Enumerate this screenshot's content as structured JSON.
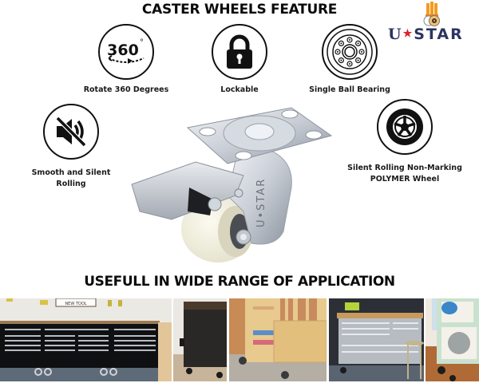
{
  "header": {
    "title": "CASTER WHEELS FEATURE"
  },
  "brand": {
    "name_letter": "U",
    "star": "★",
    "name_rest": "STAR",
    "colors": {
      "navy": "#2b3560",
      "red": "#d8242c",
      "orange": "#f39c1f"
    }
  },
  "features": [
    {
      "icon": "rotate-360-icon",
      "line1": "Rotate 360 Degrees",
      "line2": ""
    },
    {
      "icon": "padlock-icon",
      "line1": "Lockable",
      "line2": ""
    },
    {
      "icon": "ball-bearing-icon",
      "line1": "Single Ball Bearing",
      "line2": ""
    },
    {
      "icon": "mute-speaker-icon",
      "line1": "Smooth and Silent",
      "line2": "Rolling"
    },
    {
      "icon": "wheel-icon",
      "line1": "Silent Rolling Non-Marking",
      "line2": "POLYMER Wheel"
    }
  ],
  "icon_text": {
    "rotate": "360",
    "degree": "°"
  },
  "product": {
    "caster_brand_mark": "U•STAR"
  },
  "applications": {
    "title": "USEFULL IN WIDE RANGE OF APPLICATION",
    "photos": [
      {
        "subject": "garage tool cabinets on casters"
      },
      {
        "subject": "dark metal storage cabinet on casters"
      },
      {
        "subject": "plywood lumber cart on casters"
      },
      {
        "subject": "stainless steel workbench on casters"
      },
      {
        "subject": "kitchen cart with mixer on casters"
      }
    ],
    "photo_sign_text": "NEW TOOL"
  }
}
